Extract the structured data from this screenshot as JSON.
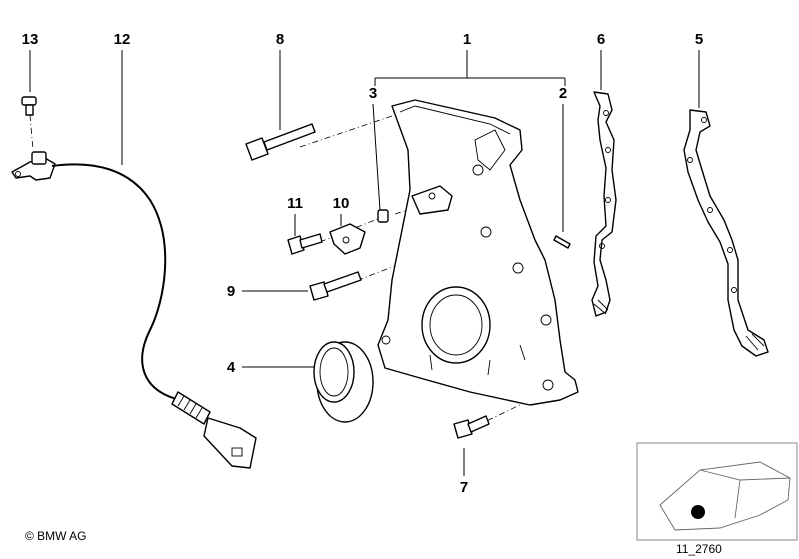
{
  "diagram": {
    "callouts": {
      "c1": "1",
      "c2": "2",
      "c3": "3",
      "c4": "4",
      "c5": "5",
      "c6": "6",
      "c7": "7",
      "c8": "8",
      "c9": "9",
      "c10": "10",
      "c11": "11",
      "c12": "12",
      "c13": "13"
    },
    "copyright": "© BMW AG",
    "diagram_code": "11_2760"
  }
}
